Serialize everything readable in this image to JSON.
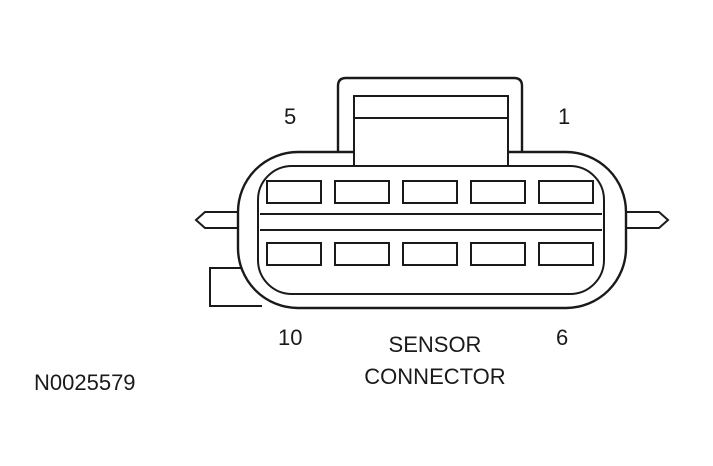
{
  "diagram": {
    "pin_top_left": "5",
    "pin_top_right": "1",
    "pin_bottom_left": "10",
    "pin_bottom_right": "6",
    "title_line1": "SENSOR",
    "title_line2": "CONNECTOR",
    "reference_code": "N0025579",
    "pin_rows": 2,
    "pins_per_row": 5
  }
}
